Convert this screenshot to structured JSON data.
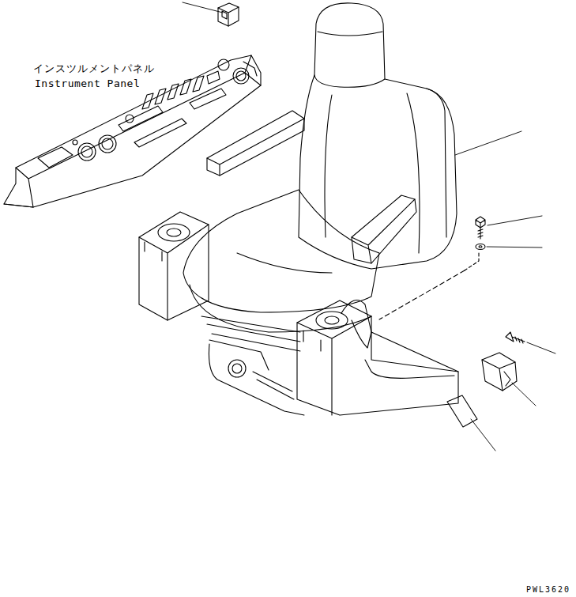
{
  "diagram": {
    "labels": [
      "インスツルメントパネル",
      "Instrument Panel",
      "PWL3620"
    ]
  }
}
